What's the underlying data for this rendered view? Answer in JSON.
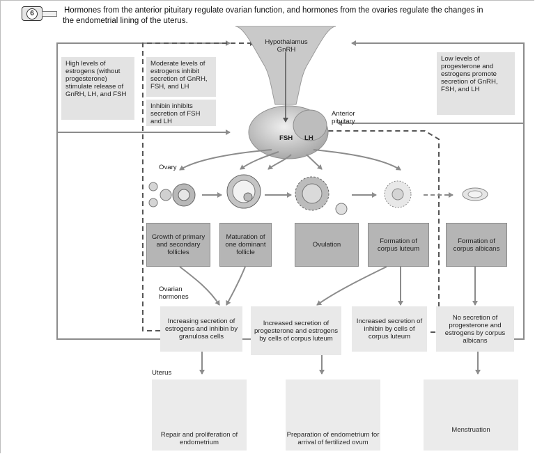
{
  "figure": {
    "step_number": "6",
    "caption_line1": "Hormones from the anterior pituitary regulate ovarian function, and hormones from the ovaries regulate the changes in",
    "caption_line2": "the endometrial lining of the uterus."
  },
  "pituitary": {
    "hypothalamus_label": "Hypothalamus",
    "gnrh_label": "GnRH",
    "anterior_pituitary_label": "Anterior\npituitary",
    "fsh_label": "FSH",
    "lh_label": "LH"
  },
  "feedback": {
    "high_estrogen": "High levels of estrogens (without progesterone) stimulate release of GnRH, LH, and FSH",
    "moderate_estrogen": "Moderate levels of estrogens inhibit secretion of GnRH, FSH, and LH",
    "inhibin": "Inhibin inhibits secretion of FSH and LH",
    "low_levels": "Low levels of progesterone and estrogens promote secretion of GnRH, FSH, and LH"
  },
  "ovary": {
    "section_label": "Ovary",
    "stages": [
      "Growth of primary and secondary follicles",
      "Maturation of one dominant follicle",
      "Ovulation",
      "Formation of corpus luteum",
      "Formation of corpus albicans"
    ]
  },
  "ovarian_hormones": {
    "section_label": "Ovarian\nhormones",
    "items": [
      "Increasing secretion of estrogens and inhibin by granulosa cells",
      "Increased secretion of progesterone and estrogens by cells of corpus luteum",
      "Increased secretion of inhibin by cells of corpus luteum",
      "No secretion of progesterone and estrogens by corpus albicans"
    ]
  },
  "uterus": {
    "section_label": "Uterus",
    "panels": [
      "Repair and proliferation of endometrium",
      "Preparation of endometrium for arrival of fertilized ovum",
      "Menstruation"
    ]
  },
  "colors": {
    "arrow": "#8c8c8c",
    "dashed": "#666666",
    "tissue": "#cfcfcf",
    "dark_box": "#b5b5b5",
    "light_box": "#e3e3e3"
  }
}
